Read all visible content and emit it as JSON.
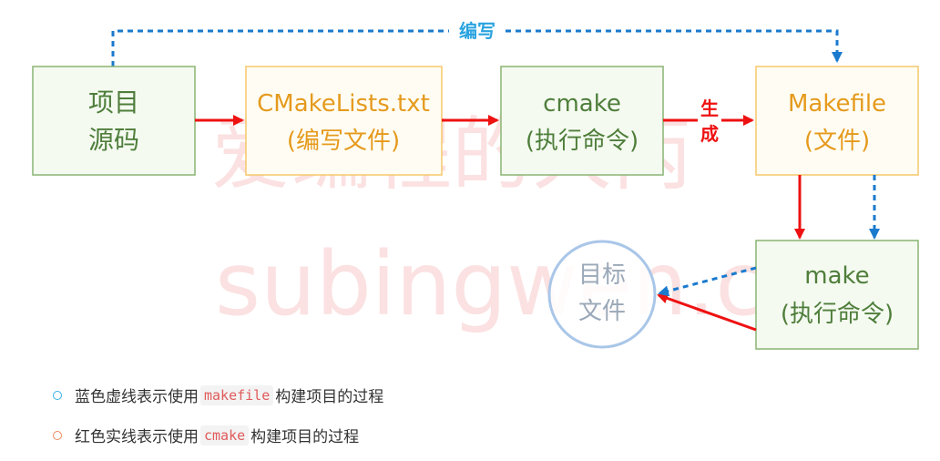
{
  "watermark": {
    "line1": "爱编程的大丙",
    "line2": "subingwen.cn"
  },
  "diagram": {
    "nodes": {
      "source": {
        "line1": "项目",
        "line2": "源码"
      },
      "cmakelists": {
        "line1": "CMakeLists.txt",
        "line2": "(编写文件)"
      },
      "cmake": {
        "line1": "cmake",
        "line2": "(执行命令)"
      },
      "makefile": {
        "line1": "Makefile",
        "line2": "(文件)"
      },
      "make": {
        "line1": "make",
        "line2": "(执行命令)"
      },
      "target": {
        "line1": "目标",
        "line2": "文件"
      }
    },
    "edge_labels": {
      "write": "编写",
      "generate_1": "生",
      "generate_2": "成"
    },
    "colors": {
      "green_box_border": "#8ab472",
      "green_box_fill": "#f4faf0",
      "green_text": "#4f7e3b",
      "orange_box_border": "#f5c86b",
      "orange_box_fill": "#fffdf3",
      "orange_text": "#e59a1d",
      "red": "#ee1111",
      "blue": "#1a7acd",
      "circle": "#a9c6e8"
    }
  },
  "legend": [
    {
      "color": "#33b2e8",
      "before": "蓝色虚线表示使用",
      "code": "makefile",
      "after": "构建项目的过程"
    },
    {
      "color": "#f08a5d",
      "before": "红色实线表示使用",
      "code": "cmake",
      "after": "构建项目的过程"
    }
  ]
}
